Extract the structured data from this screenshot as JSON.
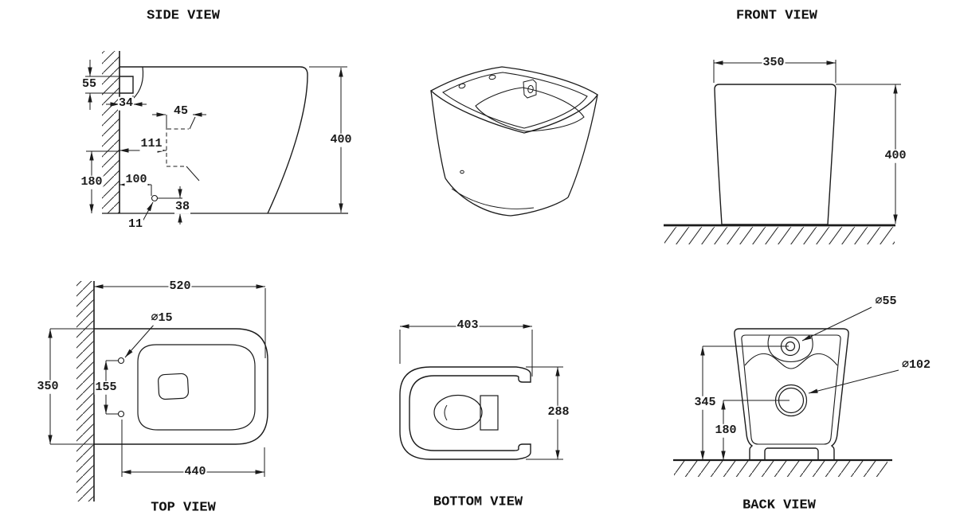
{
  "page": {
    "background": "#ffffff",
    "line_color": "#1b1b1b"
  },
  "views": {
    "side": {
      "title": "SIDE VIEW",
      "dimensions": {
        "spigot_height": "55",
        "spigot_depth": "34",
        "trap_width": "45",
        "trap_setout": "111",
        "fixing_height": "180",
        "fixing_setout": "100",
        "fixing_drop": "38",
        "fixing_hole": "11",
        "overall_height": "400"
      }
    },
    "front": {
      "title": "FRONT VIEW",
      "dimensions": {
        "width": "350",
        "height": "400"
      }
    },
    "top": {
      "title": "TOP VIEW",
      "dimensions": {
        "overall_length": "520",
        "overall_width": "350",
        "fixing_centres": "155",
        "fixing_hole_dia": "∅15",
        "pan_length": "440"
      }
    },
    "bottom": {
      "title": "BOTTOM VIEW",
      "dimensions": {
        "base_length": "403",
        "base_width": "288"
      }
    },
    "back": {
      "title": "BACK VIEW",
      "dimensions": {
        "inlet_dia": "∅55",
        "outlet_dia": "∅102",
        "inlet_height": "345",
        "outlet_height": "180"
      }
    }
  }
}
